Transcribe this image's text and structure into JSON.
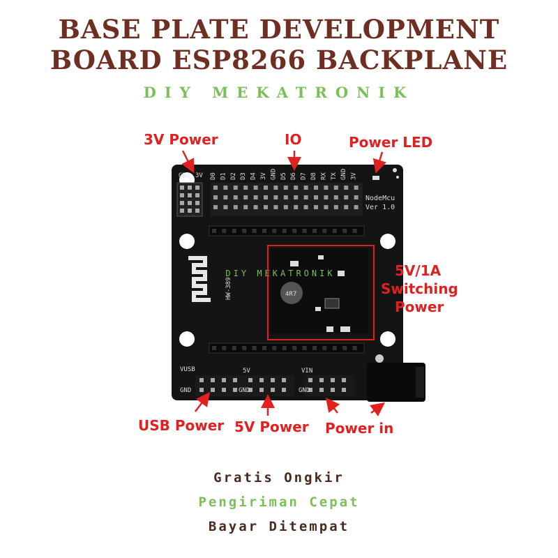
{
  "title": {
    "line1": "BASE PLATE DEVELOPMENT",
    "line2": "BOARD ESP8266 BACKPLANE",
    "subtitle": "DIY MEKATRONIK"
  },
  "callouts": {
    "power_3v": "3V Power",
    "io": "IO",
    "power_led": "Power LED",
    "switching_line1": "5V/1A",
    "switching_line2": "Switching",
    "switching_line3": "Power",
    "usb_power": "USB Power",
    "power_5v": "5V Power",
    "power_in": "Power in"
  },
  "board": {
    "watermark": "DIY MEKATRONIK",
    "model": "NodeMcu",
    "version": "Ver 1.0",
    "part": "HW-389",
    "pin_labels": [
      "GND",
      "3V",
      "D0",
      "D1",
      "D2",
      "D3",
      "D4",
      "3V",
      "GND",
      "D5",
      "D6",
      "D7",
      "D8",
      "RX",
      "TX",
      "GND",
      "3V"
    ],
    "bottom_labels": {
      "vusb": "VUSB",
      "gnd1": "GND",
      "v5": "5V",
      "gnd2": "GND",
      "vin": "VIN",
      "gnd3": "GND"
    },
    "inductor": "4R7"
  },
  "footer": {
    "line1": "Gratis Ongkir",
    "line2": "Pengiriman Cepat",
    "line3": "Bayar Ditempat"
  },
  "colors": {
    "title": "#6e2e22",
    "accent_green": "#7cbf5a",
    "callout_red": "#e12020",
    "pcb": "#141414"
  }
}
